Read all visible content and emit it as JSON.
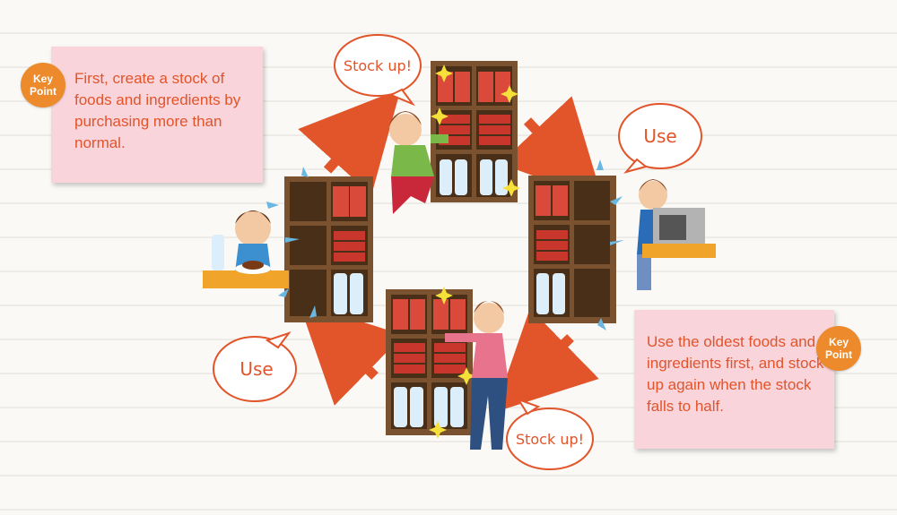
{
  "key_point_badge": "Key\nPoint",
  "note_top_left": "First, create a stock of foods and ingredients by purchasing more than normal.",
  "note_bottom_right": "Use the oldest foods and ingredients first, and stock up again when the stock falls to half.",
  "bubbles": {
    "stock_up_top": "Stock up!",
    "use_right": "Use",
    "use_left": "Use",
    "stock_up_bottom": "Stock up!"
  },
  "colors": {
    "accent": "#e2542a",
    "note_bg": "#f9d4db",
    "badge": "#ec8a2c",
    "shelf": "#7a5230"
  }
}
